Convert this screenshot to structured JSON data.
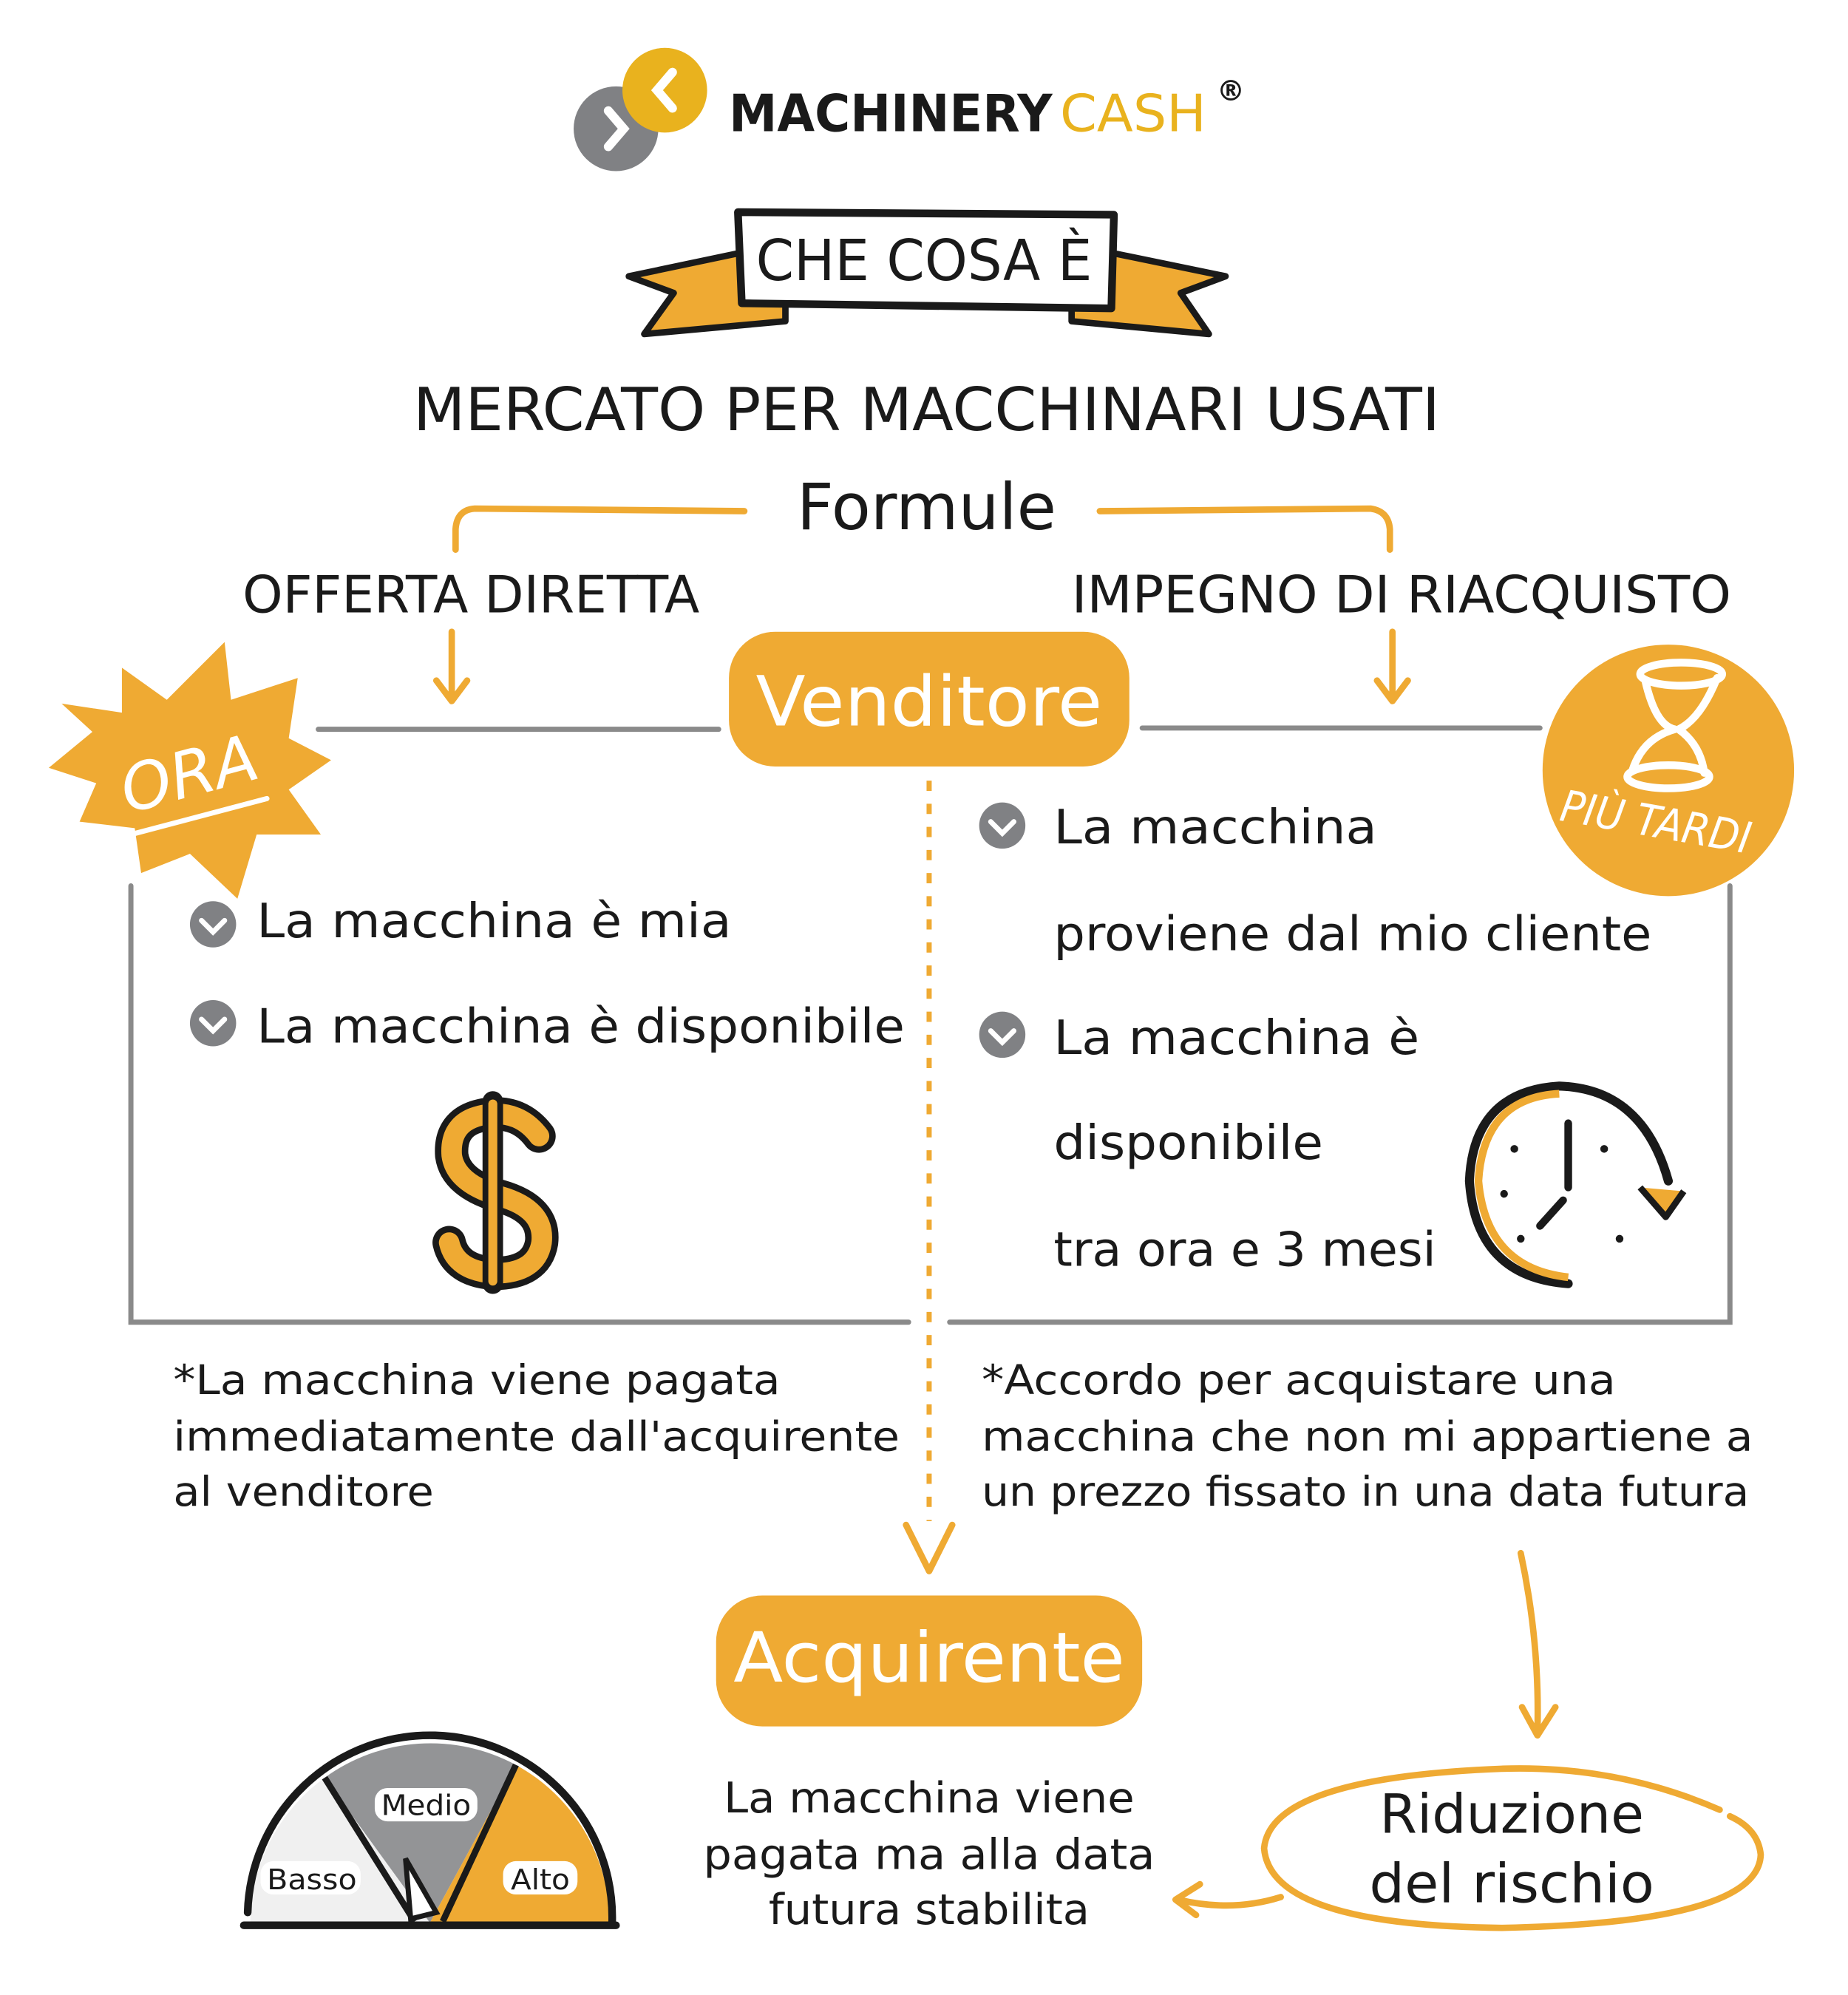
{
  "logo": {
    "text_part1": "MACHINERY",
    "text_part2": "CASH",
    "registered": "®"
  },
  "banner": {
    "label": "CHE COSA È"
  },
  "title": "MERCATO PER MACCHINARI USATI",
  "formule": "Formule",
  "left_branch": {
    "heading": "OFFERTA DIRETTA",
    "badge": "ORA",
    "items": [
      "La macchina è mia",
      "La macchina è disponibile"
    ],
    "footnote": [
      "*La macchina viene pagata",
      "immediatamente dall'acquirente",
      "al venditore"
    ]
  },
  "right_branch": {
    "heading": "IMPEGNO DI RIACQUISTO",
    "badge": "PIÙ TARDI",
    "items": [
      {
        "lines": [
          "La macchina",
          "proviene dal mio cliente"
        ]
      },
      {
        "lines": [
          "La macchina è",
          "disponibile",
          "tra ora e 3 mesi"
        ]
      }
    ],
    "footnote": [
      "*Accordo per acquistare una",
      "macchina che non mi appartiene a",
      "un prezzo fissato in una data futura"
    ]
  },
  "seller": "Venditore",
  "buyer": "Acquirente",
  "buyer_note": [
    "La macchina viene",
    "pagata ma alla data",
    "futura stabilita"
  ],
  "risk": [
    "Riduzione",
    "del rischio"
  ],
  "gauge": {
    "labels": [
      "Basso",
      "Medio",
      "Alto"
    ]
  },
  "icons": {
    "check": "check-circle-icon",
    "dollar": "dollar-icon",
    "clock": "clock-icon",
    "hourglass": "hourglass-icon"
  },
  "colors": {
    "accent": "#EFAA33",
    "gray": "#808184",
    "text": "#1a1a1a",
    "logo_yellow": "#E9B21E"
  }
}
